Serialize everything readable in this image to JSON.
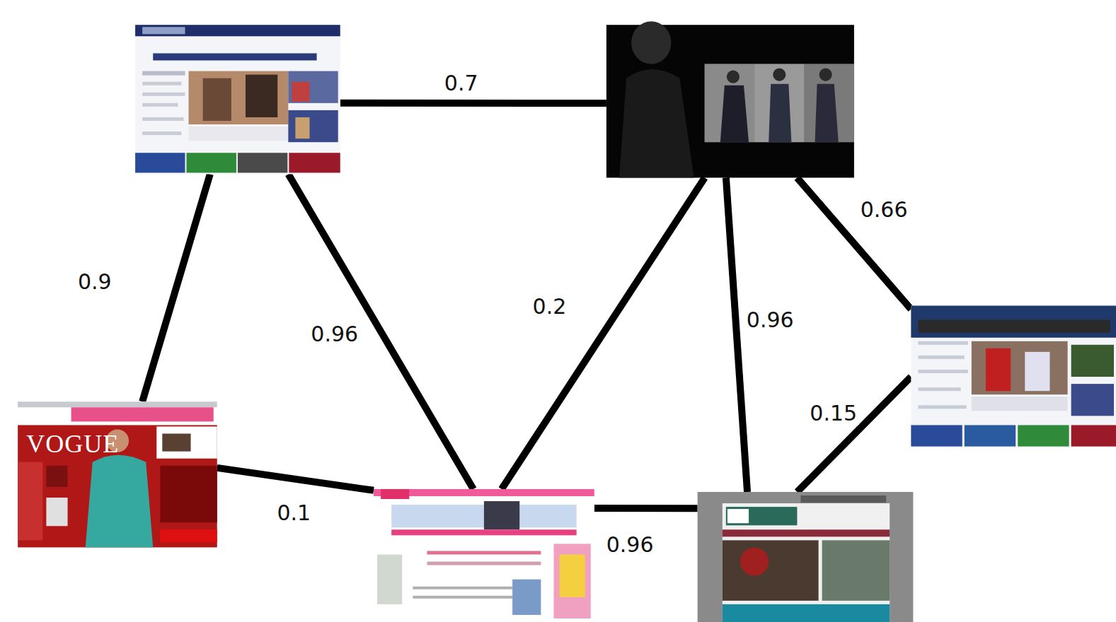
{
  "diagram": {
    "nodes": [
      {},
      {},
      {
        "text": [
          "VOGUE"
        ]
      },
      {},
      {},
      {}
    ],
    "edges": [
      {
        "from": 0,
        "to": 1,
        "arrow": "none",
        "label": "0.7"
      },
      {
        "from": 0,
        "to": 2,
        "arrow": "none",
        "label": "0.9"
      },
      {
        "from": 0,
        "to": 3,
        "arrow": "none",
        "label": "0.96"
      },
      {
        "from": 1,
        "to": 3,
        "arrow": "none",
        "label": "0.2"
      },
      {
        "from": 1,
        "to": 4,
        "arrow": "none",
        "label": "0.96"
      },
      {
        "from": 1,
        "to": 5,
        "arrow": "none",
        "label": "0.66"
      },
      {
        "from": 2,
        "to": 3,
        "arrow": "none",
        "label": "0.1"
      },
      {
        "from": 3,
        "to": 4,
        "arrow": "none",
        "label": "0.96"
      },
      {
        "from": 5,
        "to": 4,
        "arrow": "none",
        "label": "0.15"
      }
    ]
  }
}
